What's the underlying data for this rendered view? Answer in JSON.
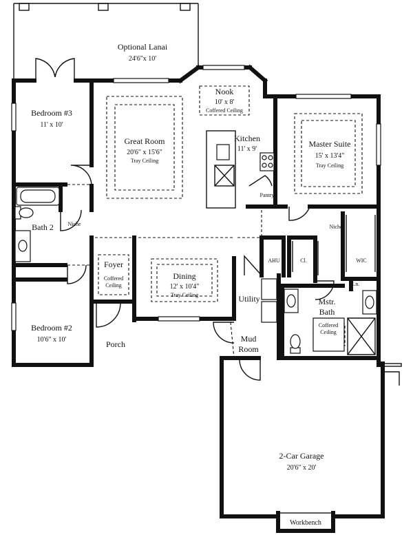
{
  "rooms": {
    "lanai": {
      "name": "Optional Lanai",
      "dims": "24'6\"x 10'"
    },
    "nook": {
      "name": "Nook",
      "dims": "10' x 8'",
      "note": "Coffered Ceiling"
    },
    "bedroom3": {
      "name": "Bedroom #3",
      "dims": "11' x 10'"
    },
    "great_room": {
      "name": "Great Room",
      "dims": "20'6\" x 15'6\"",
      "note": "Tray Ceiling"
    },
    "kitchen": {
      "name": "Kitchen",
      "dims": "11' x 9'"
    },
    "master": {
      "name": "Master Suite",
      "dims": "15' x 13'4\"",
      "note": "Tray Ceiling"
    },
    "pantry": {
      "name": "Pantry"
    },
    "bath2": {
      "name": "Bath 2"
    },
    "niche_left": {
      "name": "Niche"
    },
    "niche_right": {
      "name": "Niche"
    },
    "ahu": {
      "name": "AHU"
    },
    "closet": {
      "name": "Cl."
    },
    "wic": {
      "name": "WIC"
    },
    "linen": {
      "name": "Ln."
    },
    "foyer": {
      "name": "Foyer",
      "note_line1": "Coffered",
      "note_line2": "Ceiling"
    },
    "dining": {
      "name": "Dining",
      "dims": "12' x 10'4\"",
      "note": "Tray Ceiling"
    },
    "utility": {
      "name": "Utility"
    },
    "mstr_bath": {
      "name_line1": "Mstr.",
      "name_line2": "Bath",
      "note_line1": "Coffered",
      "note_line2": "Ceiling"
    },
    "bedroom2": {
      "name": "Bedroom #2",
      "dims": "10'6\" x 10'"
    },
    "porch": {
      "name": "Porch"
    },
    "mud_room": {
      "name_line1": "Mud",
      "name_line2": "Room"
    },
    "garage": {
      "name": "2-Car Garage",
      "dims": "20'6\" x 20'"
    },
    "workbench": {
      "name": "Workbench"
    }
  }
}
